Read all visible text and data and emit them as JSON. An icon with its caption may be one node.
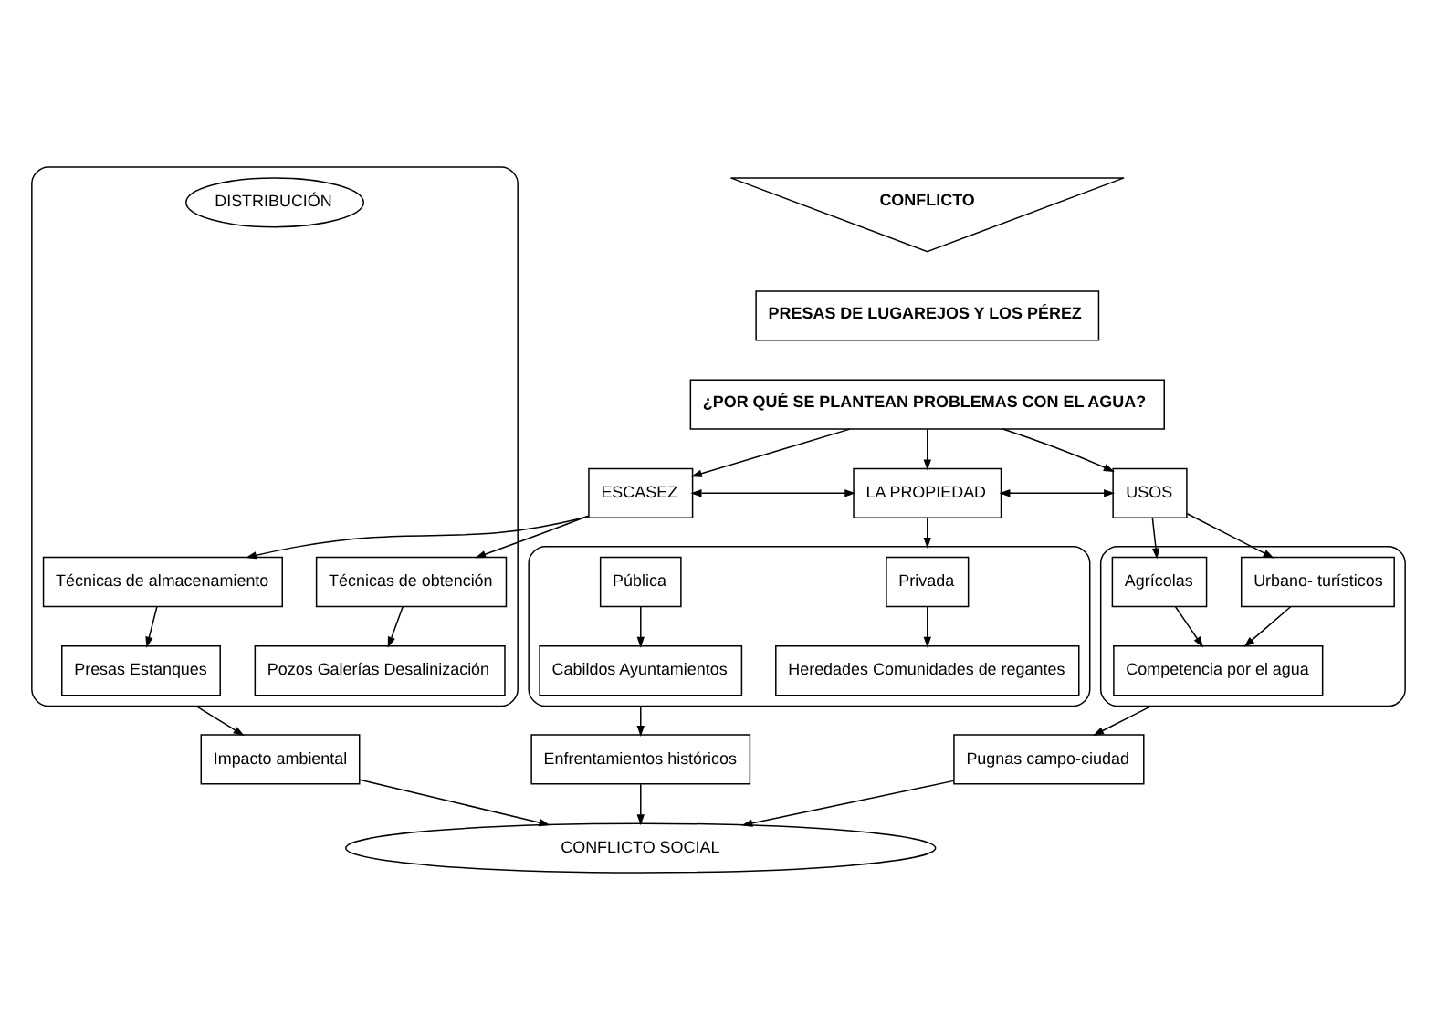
{
  "diagram": {
    "nodes": [
      {
        "text": [
          "CONFLICTO"
        ]
      },
      {
        "text": [
          "PRESAS DE LUGAREJOS Y LOS PÉREZ"
        ]
      },
      {
        "text": [
          "¿POR QUÉ SE PLANTEAN PROBLEMAS CON EL AGUA?"
        ]
      },
      {
        "text": [
          "ESCASEZ"
        ]
      },
      {
        "text": [
          "LA PROPIEDAD"
        ]
      },
      {
        "text": [
          "USOS"
        ]
      },
      {
        "text": [],
        "shape": "ellipse"
      },
      {
        "text": [
          "Técnicas de obtención"
        ],
        "in": 6
      },
      {
        "text": [
          "Técnicas de almacenamiento"
        ],
        "in": 6
      },
      {
        "text": [
          "DISTRIBUCIÓN"
        ],
        "in": 6
      },
      {
        "text": [
          "Pozos Galerías Desalinización"
        ],
        "in": 6
      },
      {
        "text": [
          "Presas Estanques"
        ],
        "in": 6
      },
      {
        "text": [],
        "shape": "ellipse"
      },
      {
        "text": [
          "Privada"
        ],
        "in": 12
      },
      {
        "text": [
          "Pública"
        ],
        "in": 12
      },
      {
        "text": [
          "Heredades Comunidades de regantes"
        ],
        "in": 12
      },
      {
        "text": [
          "Cabildos Ayuntamientos"
        ],
        "in": 12
      },
      {
        "text": [],
        "shape": "ellipse"
      },
      {
        "text": [
          "Urbano- turísticos"
        ],
        "in": 17
      },
      {
        "text": [
          "Agrícolas"
        ],
        "in": 17
      },
      {
        "text": [
          "Competencia por el agua"
        ],
        "in": 17
      },
      {
        "text": [
          "Impacto ambiental"
        ]
      },
      {
        "text": [
          "Enfrentamientos históricos"
        ]
      },
      {
        "text": [
          "Pugnas campo-ciudad"
        ]
      },
      {
        "text": [
          "CONFLICTO SOCIAL"
        ]
      }
    ],
    "edges": [
      {
        "from": 2,
        "to": 3,
        "arrow": "to"
      },
      {
        "from": 2,
        "to": 4,
        "arrow": "to"
      },
      {
        "from": 2,
        "to": 5,
        "arrow": "to"
      },
      {
        "from": 3,
        "to": 4,
        "arrow": "both"
      },
      {
        "from": 4,
        "to": 5,
        "arrow": "both"
      },
      {
        "from": 3,
        "to": 7,
        "arrow": "to"
      },
      {
        "from": 3,
        "to": 8,
        "arrow": "to"
      },
      {
        "from": 4,
        "to": 12,
        "arrow": "to"
      },
      {
        "from": 5,
        "to": 18,
        "arrow": "to"
      },
      {
        "from": 5,
        "to": 19,
        "arrow": "to"
      },
      {
        "from": 7,
        "to": 10,
        "arrow": "to"
      },
      {
        "from": 8,
        "to": 11,
        "arrow": "to"
      },
      {
        "from": 13,
        "to": 15,
        "arrow": "to"
      },
      {
        "from": 14,
        "to": 16,
        "arrow": "to"
      },
      {
        "from": 18,
        "to": 20,
        "arrow": "to"
      },
      {
        "from": 19,
        "to": 20,
        "arrow": "to"
      },
      {
        "from": 6,
        "to": 21,
        "arrow": "to"
      },
      {
        "from": 12,
        "to": 22,
        "arrow": "to"
      },
      {
        "from": 17,
        "to": 23,
        "arrow": "to"
      },
      {
        "from": 21,
        "to": 24,
        "arrow": "to"
      },
      {
        "from": 22,
        "to": 24,
        "arrow": "to"
      },
      {
        "from": 23,
        "to": 24,
        "arrow": "to"
      }
    ]
  }
}
